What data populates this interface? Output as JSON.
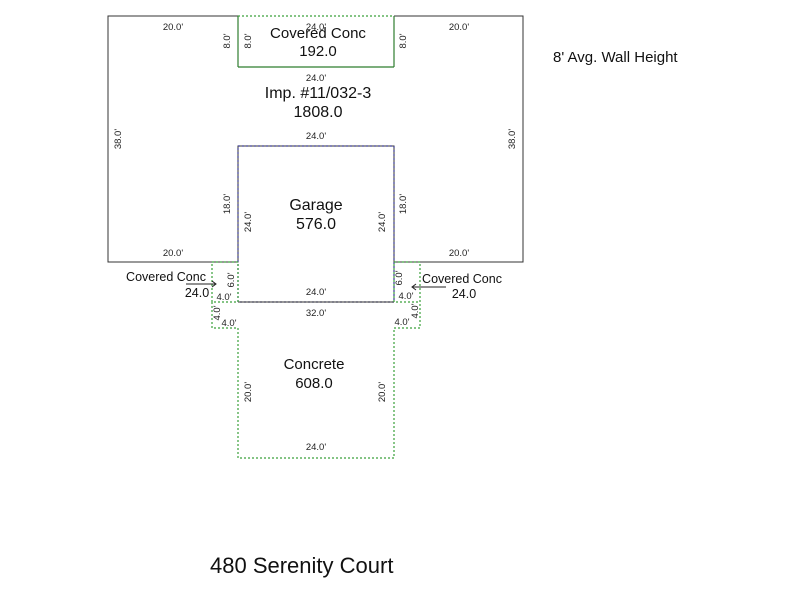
{
  "note": "8' Avg. Wall Height",
  "address": "480 Serenity Court",
  "areas": {
    "main": {
      "name": "Imp. #11/032-3",
      "area": "1808.0"
    },
    "top_porch": {
      "name": "Covered Conc",
      "area": "192.0"
    },
    "garage": {
      "name": "Garage",
      "area": "576.0"
    },
    "concrete": {
      "name": "Concrete",
      "area": "608.0"
    },
    "left_porch": {
      "name": "Covered Conc",
      "area": "24.0"
    },
    "right_porch": {
      "name": "Covered Conc",
      "area": "24.0"
    }
  },
  "dims": {
    "d20": "20.0'",
    "d24": "24.0'",
    "d8": "8.0'",
    "d38": "38.0'",
    "d18": "18.0'",
    "d6": "6.0'",
    "d4": "4.0'",
    "d32": "32.0'"
  }
}
